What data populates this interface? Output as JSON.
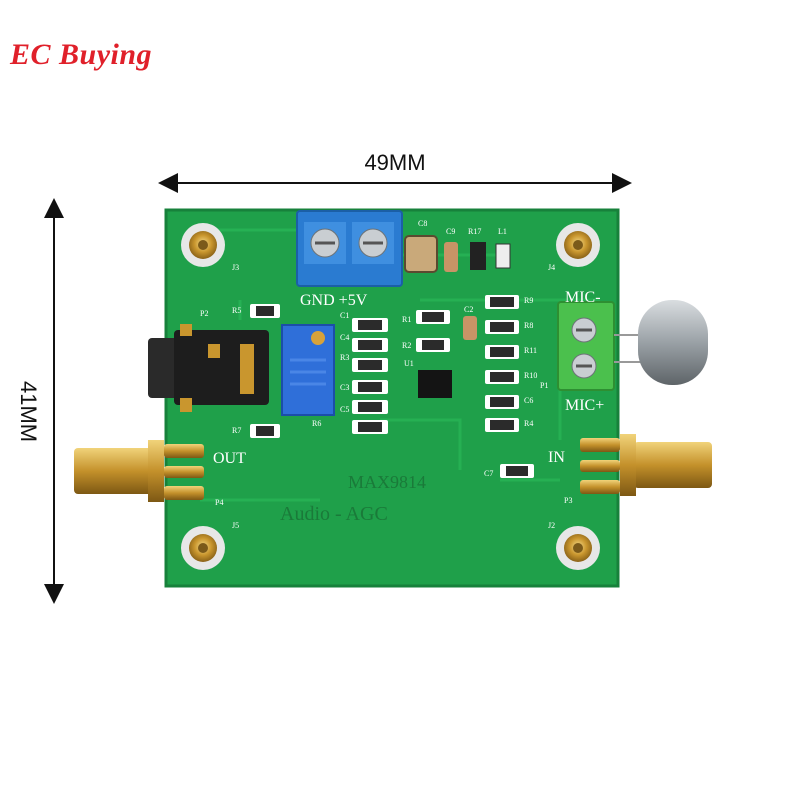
{
  "brand": "EC Buying",
  "dimensions": {
    "width_label": "49MM",
    "height_label": "41MM"
  },
  "board": {
    "chip_label": "MAX9814",
    "title_label": "Audio - AGC",
    "power_label": "GND +5V",
    "out_label": "OUT",
    "in_label": "IN",
    "mic_minus_label": "MIC-",
    "mic_plus_label": "MIC+",
    "silkscreen": {
      "J2": "J2",
      "J3": "J3",
      "J4": "J4",
      "J5": "J5",
      "P1": "P1",
      "P2": "P2",
      "P3": "P3",
      "P4": "P4",
      "R1": "R1",
      "R2": "R2",
      "R3": "R3",
      "R4": "R4",
      "R5": "R5",
      "R6": "R6",
      "R7": "R7",
      "R8": "R8",
      "R9": "R9",
      "R10": "R10",
      "R11": "R11",
      "R17": "R17",
      "C1": "C1",
      "C2": "C2",
      "C3": "C3",
      "C4": "C4",
      "C5": "C5",
      "C6": "C6",
      "C7": "C7",
      "C8": "C8",
      "C9": "C9",
      "U1": "U1",
      "L1": "L1"
    },
    "colors": {
      "pcb": "#1fa04a",
      "pcb_edge": "#17813b",
      "silk": "#ffffff",
      "gold": "#c9962e",
      "terminal_blue": "#2a7bd1",
      "terminal_green": "#4bc04d"
    }
  }
}
